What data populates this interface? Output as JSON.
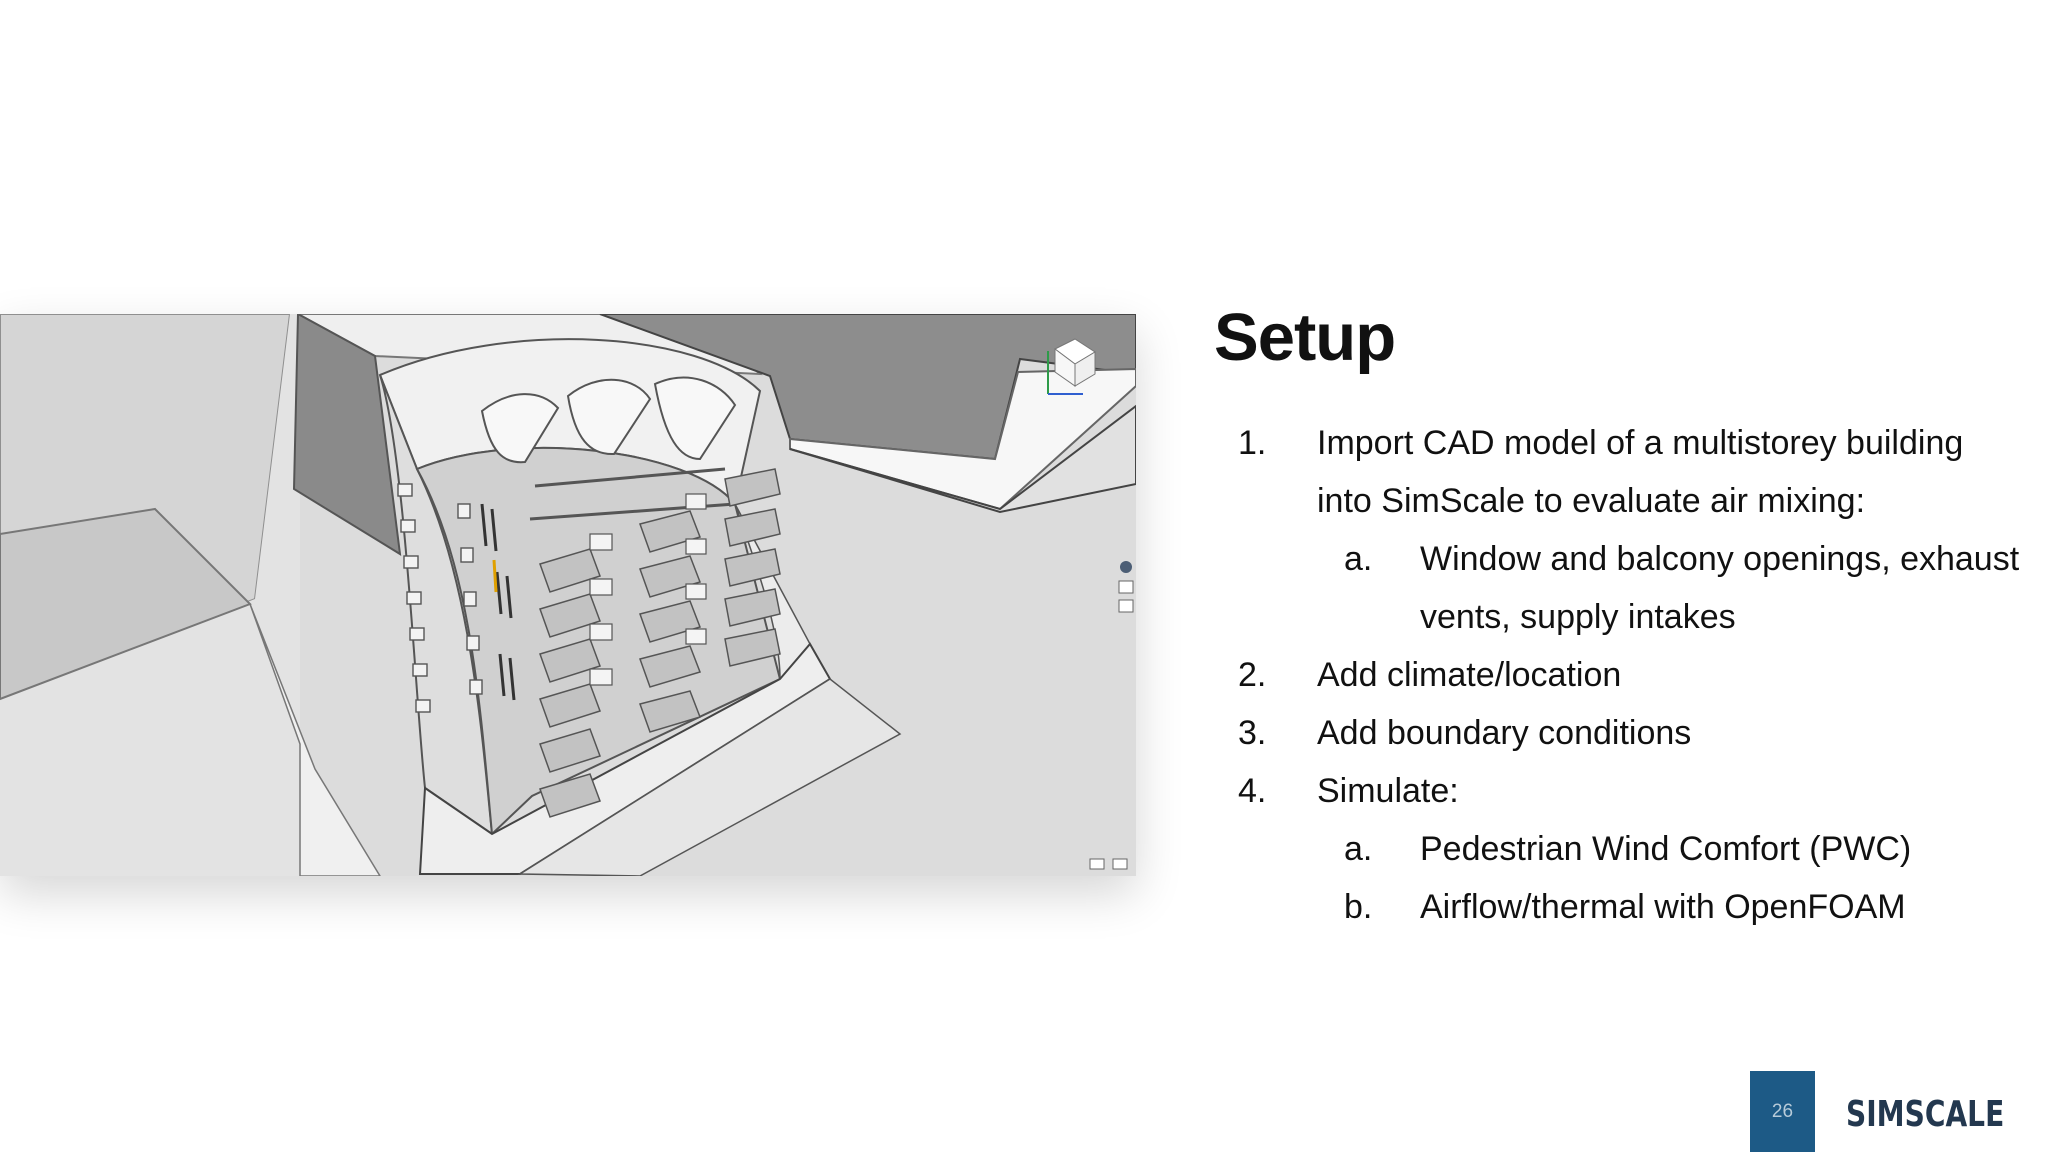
{
  "slide": {
    "title": "Setup",
    "page_number": "26"
  },
  "image": {
    "description_name": "cad-building-model-image"
  },
  "list": [
    {
      "marker": "1.",
      "lines": [
        "Import CAD model of a multistorey building",
        "into SimScale to evaluate air mixing:"
      ],
      "children": [
        {
          "marker": "a.",
          "lines": [
            "Window and balcony openings, exhaust",
            "vents, supply intakes"
          ]
        }
      ]
    },
    {
      "marker": "2.",
      "lines": [
        "Add climate/location"
      ]
    },
    {
      "marker": "3.",
      "lines": [
        "Add boundary conditions"
      ]
    },
    {
      "marker": "4.",
      "lines": [
        "Simulate:"
      ],
      "children": [
        {
          "marker": "a.",
          "lines": [
            "Pedestrian Wind Comfort (PWC)"
          ]
        },
        {
          "marker": "b.",
          "lines": [
            "Airflow/thermal with OpenFOAM"
          ]
        }
      ]
    }
  ],
  "logo": {
    "text": "SIMSCALE",
    "color": "#23384f"
  },
  "colors": {
    "page_number_background": "#1d5a86",
    "title_text": "#111111"
  }
}
